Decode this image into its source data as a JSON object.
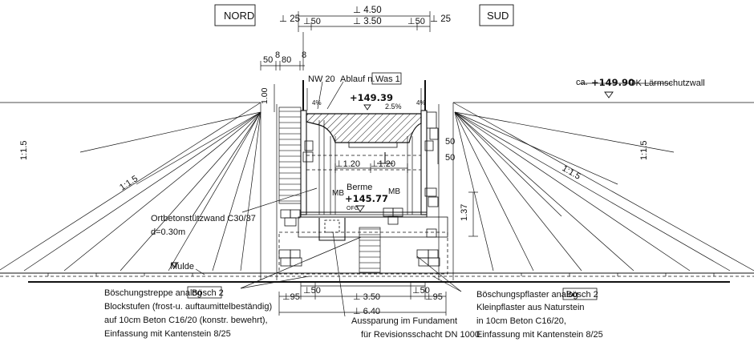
{
  "labels": {
    "nord": "NORD",
    "sud": "SUD",
    "dim_top_450": "4.50",
    "dim_top_350": "3.50",
    "dim_25_left": "25",
    "dim_25_right": "25",
    "dim_50_left_top": "50",
    "dim_50_right_top": "50",
    "dim_50_a": "50",
    "dim_8_a": "8",
    "dim_80": "80",
    "dim_8_b": "8",
    "nw20": "NW 20",
    "ablauf": "Ablauf n.",
    "ablauf_box": "Was 1",
    "elev_14939": "+149.39",
    "slope_25": "2.5%",
    "slope_4_left": "4%",
    "slope_4_right": "4%",
    "ca": "ca.",
    "elev_14990": "+149.90",
    "ok_lsw": "OK Lärmschutzwall",
    "dim_100": "1.00",
    "dim_50_right": "50",
    "dim_50_right2": "50",
    "dim_120_a": "1.20",
    "dim_120_b": "1.20",
    "berme": "Berme",
    "elev_14577": "+145.77",
    "mb_left": "MB",
    "mb_right": "MB",
    "ofg": "OFG",
    "dim_137": "1.37",
    "slope_left_outer": "1:1.5",
    "slope_left_inner": "1:1.5",
    "slope_right_inner": "1:1.5",
    "slope_right_outer": "1:1.5",
    "wall_label_1": "Ortbetonstützwand C30/37",
    "wall_label_2": "d=0.30m",
    "mulde": "Mulde",
    "stair_1_prefix": "Böschungstreppe analog",
    "stair_1_box": "Bösch 2",
    "stair_2": "Blockstufen (frost-u. auftaumittelbeständig)",
    "stair_3": "auf 10cm Beton C16/20 (konstr. bewehrt),",
    "stair_4": "Einfassung mit Kantenstein 8/25",
    "dim_bot_50_left": "50",
    "dim_bot_350": "3.50",
    "dim_bot_50_right": "50",
    "dim_bot_95_left": "95",
    "dim_bot_95_right": "95",
    "dim_bot_640": "6.40",
    "aus_1": "Aussparung im Fundament",
    "aus_2": "für Revisionsschacht DN 1000",
    "pfl_1_prefix": "Böschungspflaster analog",
    "pfl_1_box": "Bösch 2",
    "pfl_2": "Kleinpflaster aus Naturstein",
    "pfl_3": "in 10cm Beton C16/20,",
    "pfl_4": "Einfassung mit Kantenstein 8/25"
  }
}
